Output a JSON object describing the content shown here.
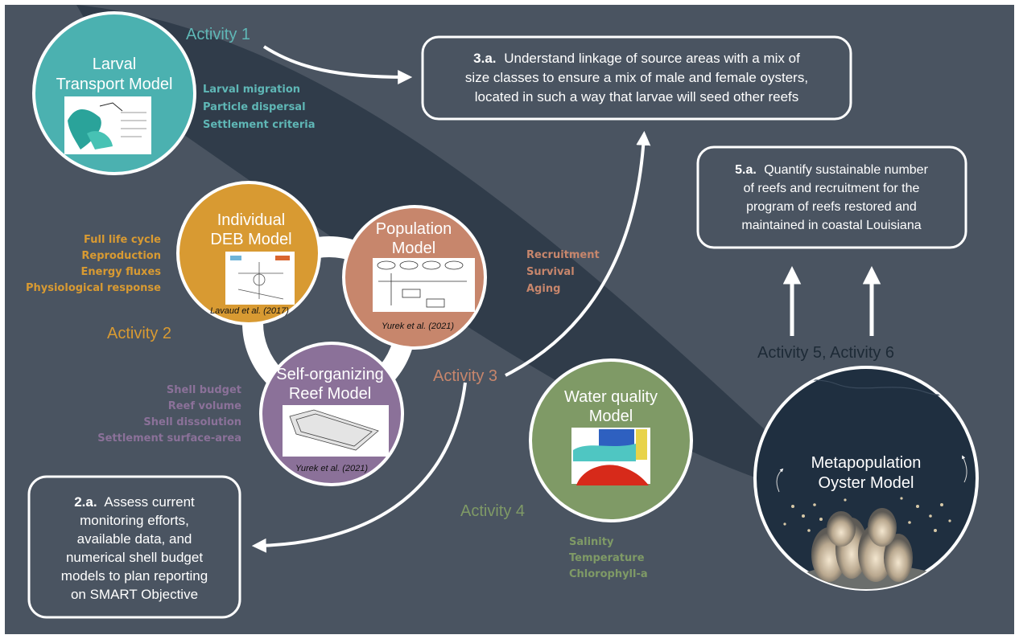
{
  "colors": {
    "background": "#4a5461",
    "larval": "#4bb1b0",
    "deb": "#d89a32",
    "population": "#c7866c",
    "reef": "#8b7199",
    "water": "#7f9a66",
    "metapop": "#1f2f40",
    "activity1": "#5fb7b6",
    "activity2": "#d89a32",
    "activity3": "#c7866c",
    "activity4": "#7f9a66",
    "activity56": "#1d2a36"
  },
  "activities": {
    "activity1": "Activity 1",
    "activity2": "Activity 2",
    "activity3": "Activity 3",
    "activity4": "Activity 4",
    "activity56": "Activity 5, Activity 6"
  },
  "models": {
    "larval": {
      "title_line1": "Larval",
      "title_line2": "Transport Model",
      "keywords": [
        "Larval migration",
        "Particle dispersal",
        "Settlement criteria"
      ]
    },
    "deb": {
      "title_line1": "Individual",
      "title_line2": "DEB Model",
      "citation": "Lavaud et al. (2017)",
      "keywords": [
        "Full life cycle",
        "Reproduction",
        "Energy fluxes",
        "Physiological response"
      ]
    },
    "population": {
      "title_line1": "Population",
      "title_line2": "Model",
      "citation": "Yurek et al. (2021)",
      "keywords": [
        "Recruitment",
        "Survival",
        "Aging"
      ]
    },
    "reef": {
      "title_line1": "Self-organizing",
      "title_line2": "Reef Model",
      "citation": "Yurek et al. (2021)",
      "keywords": [
        "Shell budget",
        "Reef volume",
        "Shell dissolution",
        "Settlement surface-area"
      ]
    },
    "water": {
      "title_line1": "Water quality",
      "title_line2": "Model",
      "keywords": [
        "Salinity",
        "Temperature",
        "Chlorophyll-a"
      ]
    },
    "metapop": {
      "title_line1": "Metapopulation",
      "title_line2": "Oyster Model"
    }
  },
  "objectives": {
    "obj3a": {
      "label": "3.a.",
      "line1": "Understand linkage of source areas with a mix of",
      "line2": "size classes to ensure a mix of male and female oysters,",
      "line3": "located in such a way that larvae will seed other reefs"
    },
    "obj5a": {
      "label": "5.a.",
      "line1": "Quantify sustainable number",
      "line2": "of reefs and recruitment for the",
      "line3": "program of reefs restored and",
      "line4": "maintained in coastal Louisiana"
    },
    "obj2a": {
      "label": "2.a.",
      "line1": "Assess current",
      "line2": "monitoring efforts,",
      "line3": "available data, and",
      "line4": "numerical shell budget",
      "line5": "models to plan reporting",
      "line6": "on SMART Objective"
    }
  }
}
